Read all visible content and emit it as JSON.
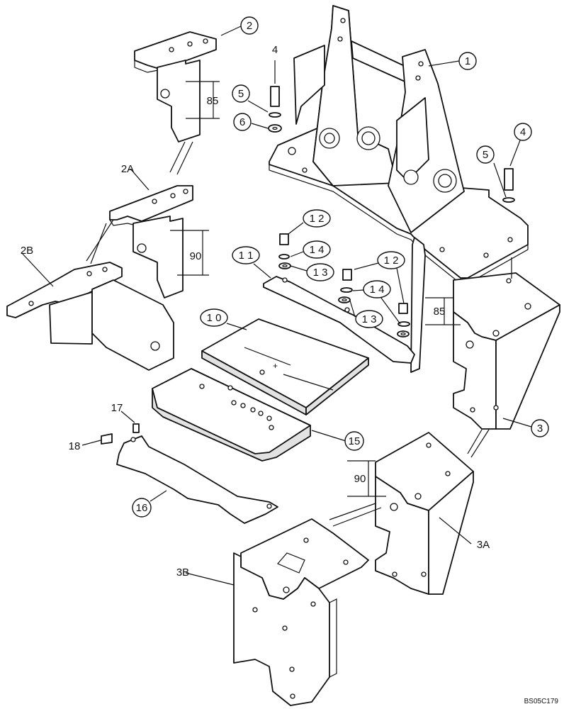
{
  "diagram": {
    "callouts": {
      "c1": "1",
      "c2": "2",
      "c2a": "2A",
      "c2b": "2B",
      "c3": "3",
      "c3a": "3A",
      "c3b": "3B",
      "c4a": "4",
      "c4b": "4",
      "c5a": "5",
      "c5b": "5",
      "c6": "6",
      "c10": "1 0",
      "c11": "1 1",
      "c12a": "1 2",
      "c12b": "1 2",
      "c13a": "1 3",
      "c13b": "1 3",
      "c14a": "1 4",
      "c14b": "1 4",
      "c15": "15",
      "c16": "16",
      "c17": "17",
      "c18": "18"
    },
    "dimensions": {
      "d85_bracket": "85",
      "d90_bracket": "90",
      "d85_support": "85",
      "d90_support": "90"
    },
    "reference_code": "BS05C179"
  }
}
